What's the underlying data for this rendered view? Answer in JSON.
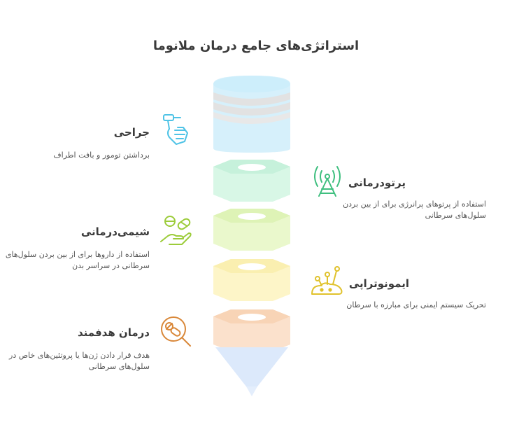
{
  "title": "استراتژی‌های جامع درمان ملانوما",
  "items": {
    "surgery": {
      "heading": "جراحی",
      "desc": "برداشتن تومور و بافت اطراف",
      "color": "#4fc3e6",
      "icon": "hand-scalpel-icon"
    },
    "radiotherapy": {
      "heading": "پرتودرمانی",
      "desc": "استفاده از پرتوهای پرانرژی برای از بین بردن سلول‌های سرطانی",
      "color": "#3fbf7f",
      "icon": "radiation-tower-icon"
    },
    "chemotherapy": {
      "heading": "شیمی‌درمانی",
      "desc": "استفاده از داروها برای از بین بردن سلول‌های سرطانی در سراسر بدن",
      "color": "#9ccc3a",
      "icon": "hand-pills-icon"
    },
    "immunotherapy": {
      "heading": "ایمونوتراپی",
      "desc": "تحریک سیستم ایمنی برای مبارزه با سرطان",
      "color": "#e0c22c",
      "icon": "immune-cell-icon"
    },
    "targeted": {
      "heading": "درمان هدفمند",
      "desc": "هدف قرار دادن ژن‌ها یا پروتئین‌های خاص در سلول‌های سرطانی",
      "color": "#d9883a",
      "icon": "target-pill-icon"
    }
  }
}
